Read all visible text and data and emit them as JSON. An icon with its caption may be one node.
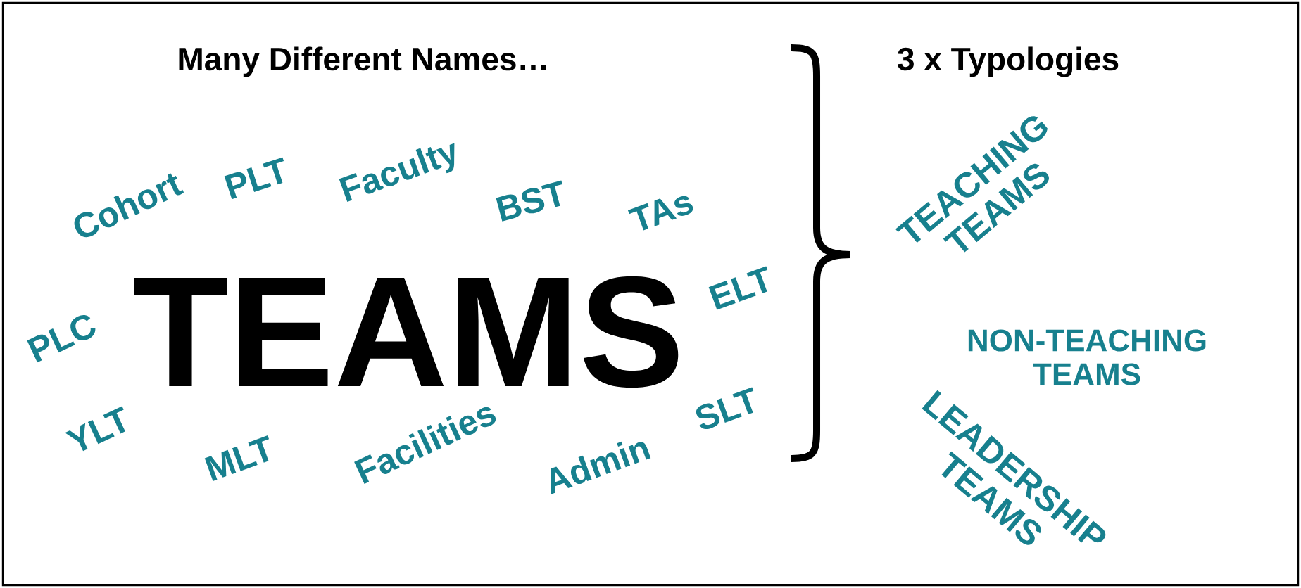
{
  "diagram": {
    "labels": [
      "Many Different Names…",
      "3 x Typologies",
      "Cohort",
      "PLT",
      "Faculty",
      "BST",
      "TAs",
      "TEACHING TEAMS",
      "TEAMS",
      "PLC",
      "ELT",
      "NON-TEACHING TEAMS",
      "YLT",
      "MLT",
      "Facilities",
      "Admin",
      "SLT",
      "LEADERSHIP TEAMS"
    ]
  }
}
